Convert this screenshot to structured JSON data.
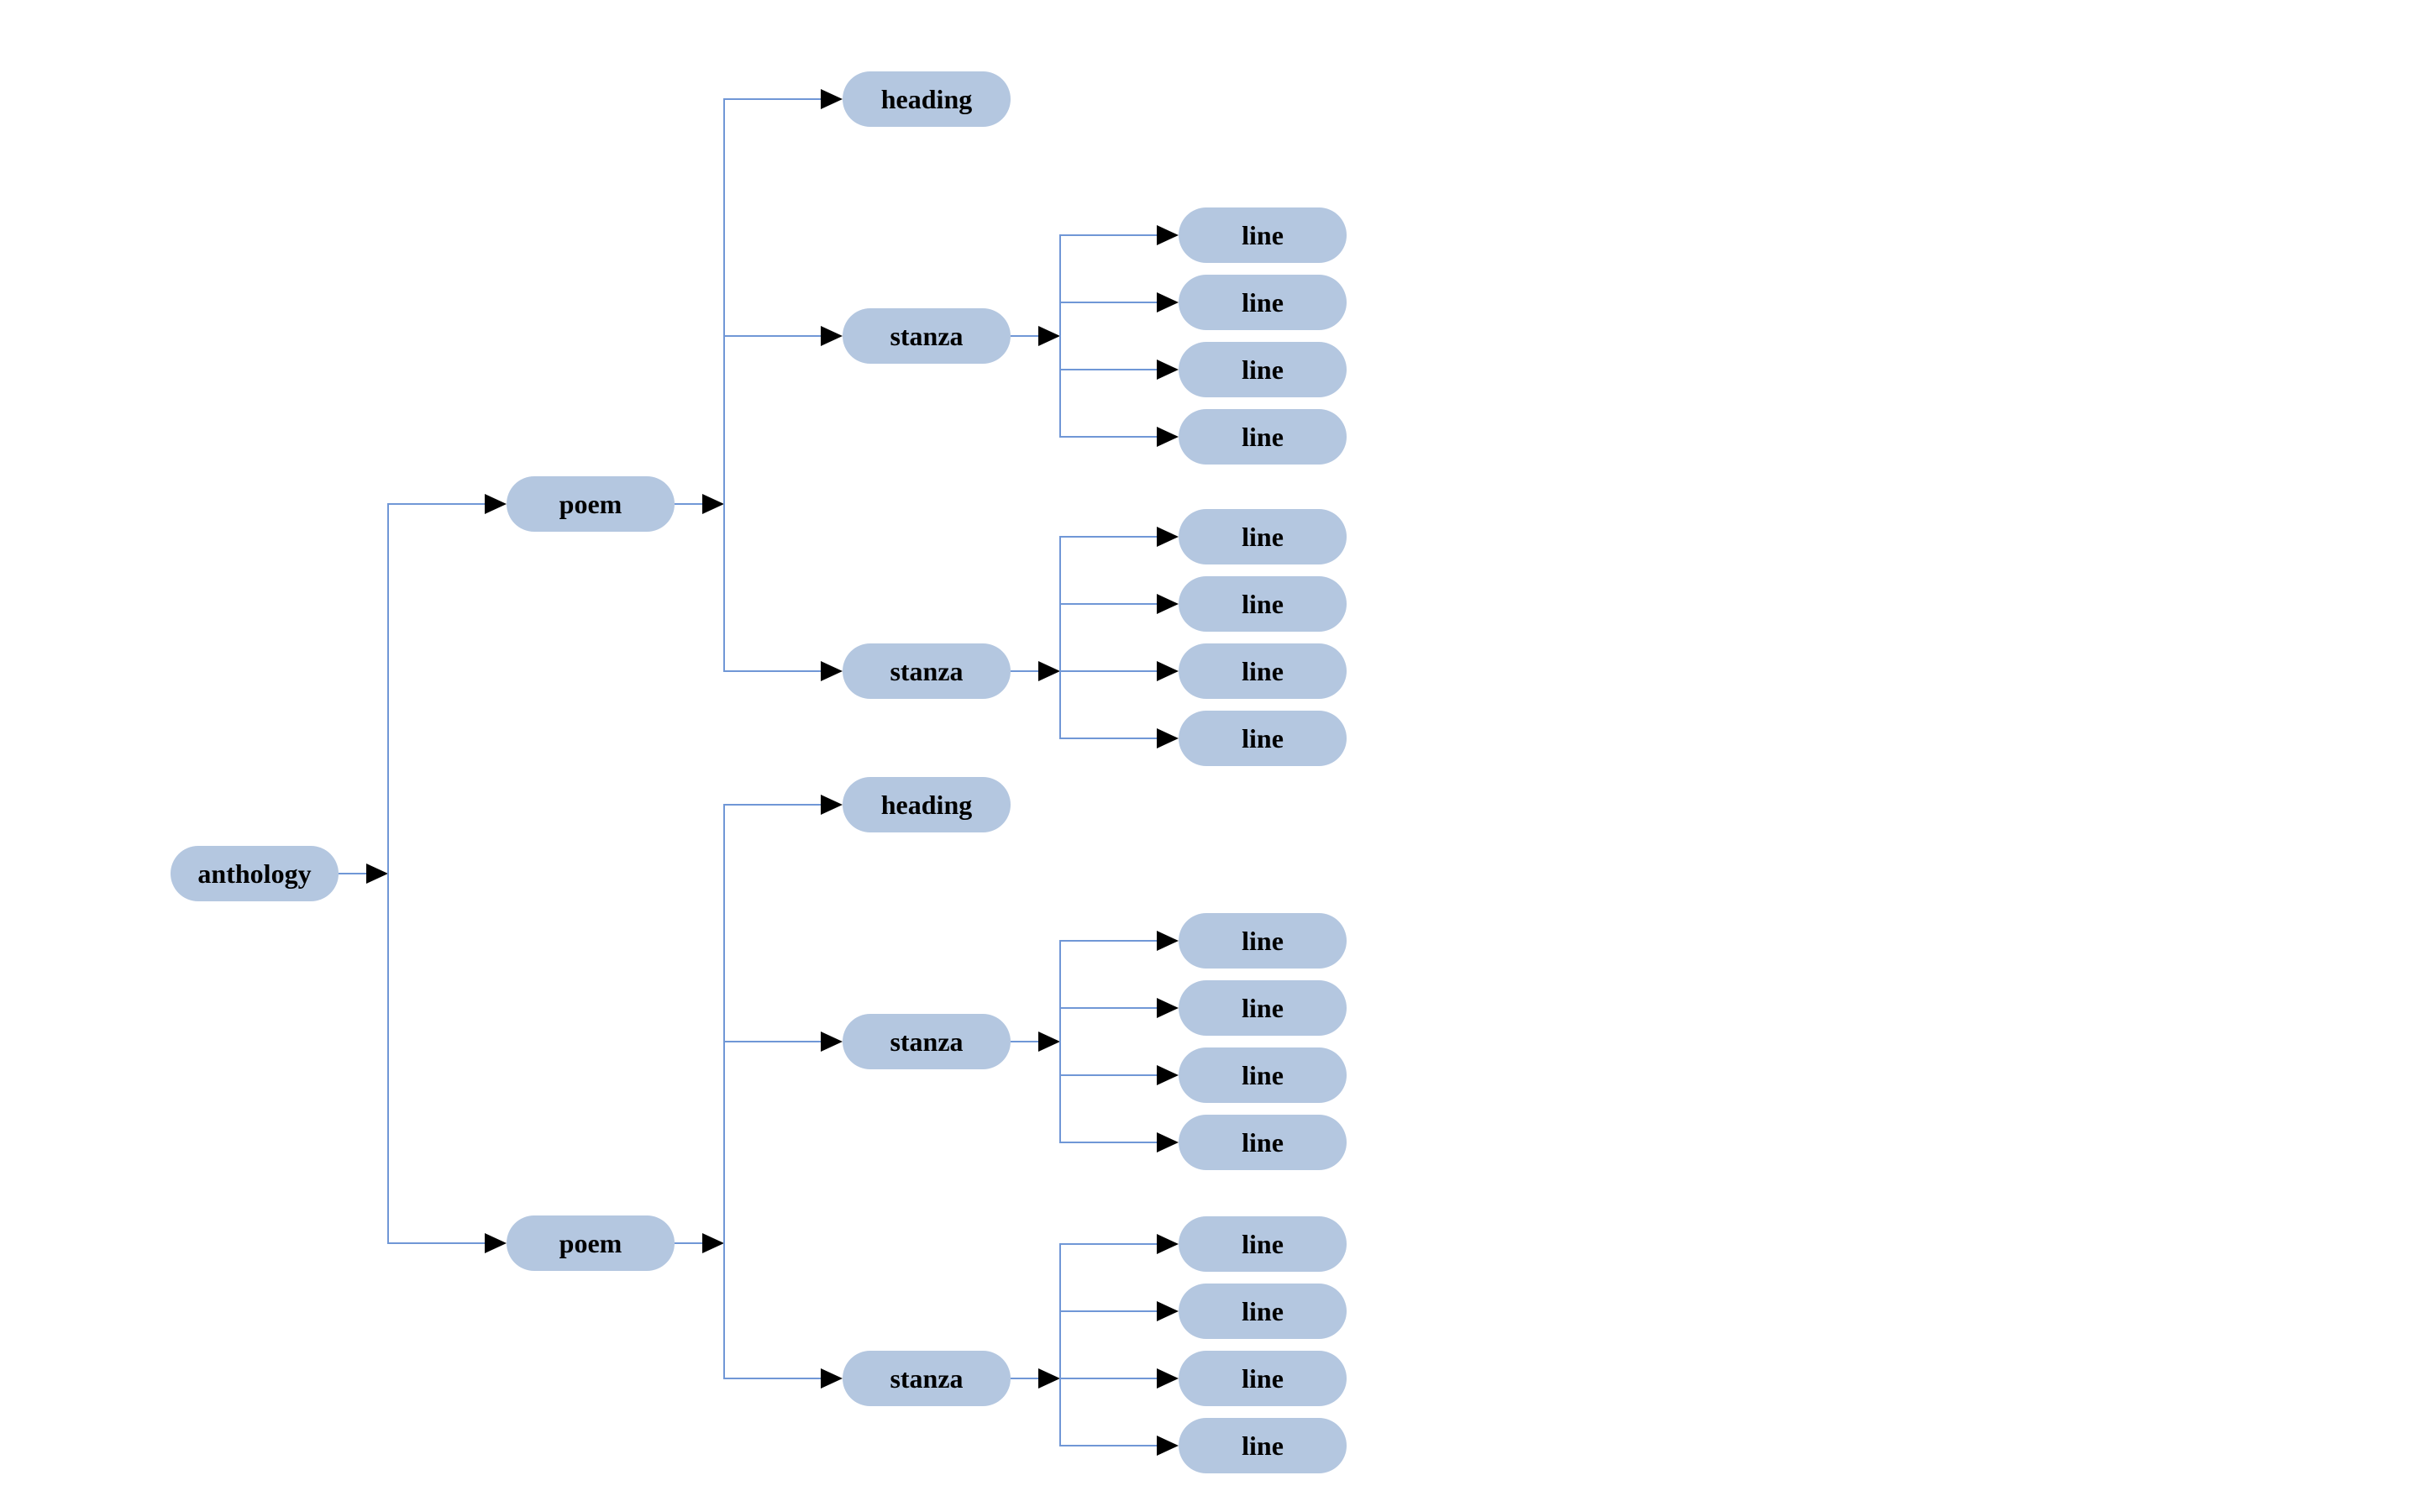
{
  "diagram": {
    "description": "Tree diagram of an anthology document structure",
    "root": {
      "label": "anthology",
      "children": [
        {
          "label": "poem",
          "children": [
            {
              "label": "heading",
              "children": []
            },
            {
              "label": "stanza",
              "children": [
                {
                  "label": "line"
                },
                {
                  "label": "line"
                },
                {
                  "label": "line"
                },
                {
                  "label": "line"
                }
              ]
            },
            {
              "label": "stanza",
              "children": [
                {
                  "label": "line"
                },
                {
                  "label": "line"
                },
                {
                  "label": "line"
                },
                {
                  "label": "line"
                }
              ]
            }
          ]
        },
        {
          "label": "poem",
          "children": [
            {
              "label": "heading",
              "children": []
            },
            {
              "label": "stanza",
              "children": [
                {
                  "label": "line"
                },
                {
                  "label": "line"
                },
                {
                  "label": "line"
                },
                {
                  "label": "line"
                }
              ]
            },
            {
              "label": "stanza",
              "children": [
                {
                  "label": "line"
                },
                {
                  "label": "line"
                },
                {
                  "label": "line"
                },
                {
                  "label": "line"
                }
              ]
            }
          ]
        }
      ]
    },
    "colors": {
      "background": "#ffffff",
      "node_fill": "#b4c7e0",
      "edge": "#7097d6",
      "arrowhead": "#000000",
      "label_text": "#000000"
    }
  }
}
